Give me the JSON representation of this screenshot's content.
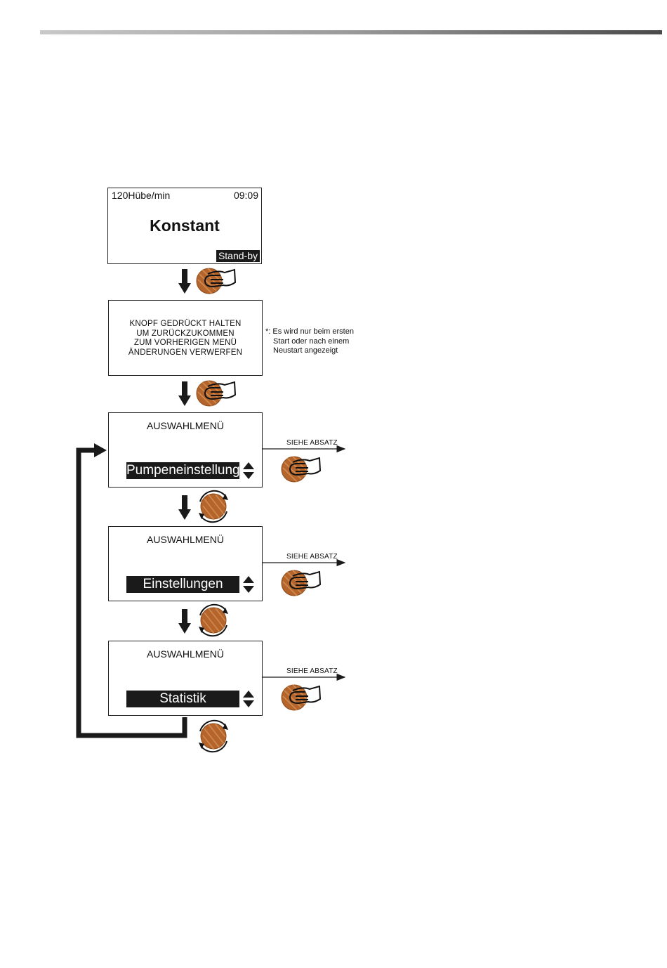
{
  "screens": {
    "home": {
      "rate": "120Hübe/min",
      "clock": "09:09",
      "mode": "Konstant",
      "status": "Stand-by"
    },
    "warning": {
      "lines": [
        "KNOPF GEDRÜCKT HALTEN",
        "UM ZURÜCKZUKOMMEN",
        "ZUM VORHERIGEN MENÜ",
        "ÄNDERUNGEN VERWERFEN"
      ]
    },
    "menu1": {
      "title": "AUSWAHLMENÜ",
      "selection": "Pumpeneinstellung"
    },
    "menu2": {
      "title": "AUSWAHLMENÜ",
      "selection": "Einstellungen"
    },
    "menu3": {
      "title": "AUSWAHLMENÜ",
      "selection": "Statistik"
    }
  },
  "note": {
    "marker": "*:",
    "lines": [
      "Es wird nur beim ersten",
      "Start oder nach einem",
      "Neustart angezeigt"
    ]
  },
  "links": [
    "SIEHE ABSATZ",
    "SIEHE ABSATZ",
    "SIEHE ABSATZ"
  ],
  "colors": {
    "knob": "#b5652b",
    "knob_light": "#d08a4e",
    "ink": "#1a1a1a"
  },
  "icons": {
    "press": "press-knob-icon",
    "rotate": "rotate-knob-icon"
  }
}
